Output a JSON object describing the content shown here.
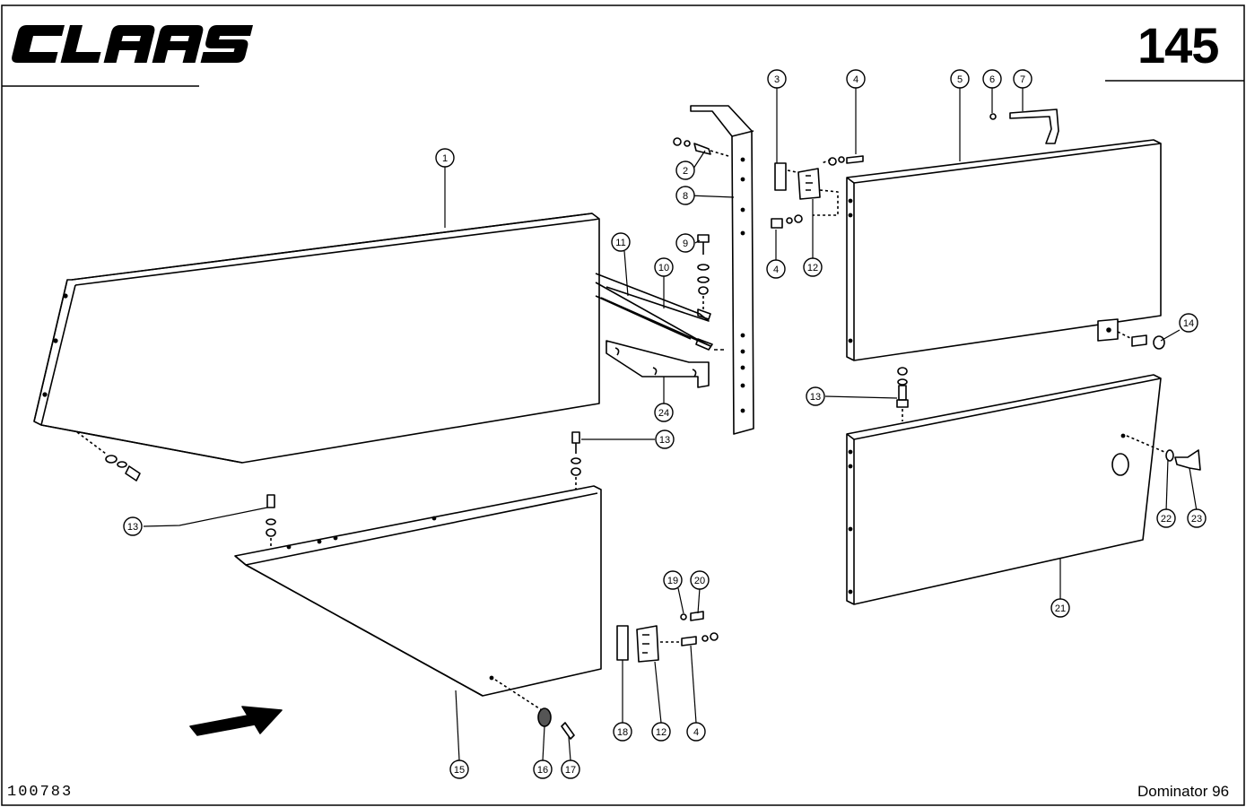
{
  "brand": {
    "logo_text": "CLAAS"
  },
  "page": {
    "number": "145"
  },
  "footer": {
    "doc_id": "100783",
    "model": "Dominator 96"
  },
  "callouts": [
    "1",
    "2",
    "3",
    "4",
    "5",
    "6",
    "7",
    "8",
    "9",
    "10",
    "11",
    "12",
    "13",
    "14",
    "15",
    "16",
    "17",
    "18",
    "19",
    "20",
    "21",
    "22",
    "23",
    "24"
  ],
  "diagram": {
    "subject": "exploded parts view of side panels",
    "line_color": "#000000",
    "paper_color": "#ffffff"
  }
}
